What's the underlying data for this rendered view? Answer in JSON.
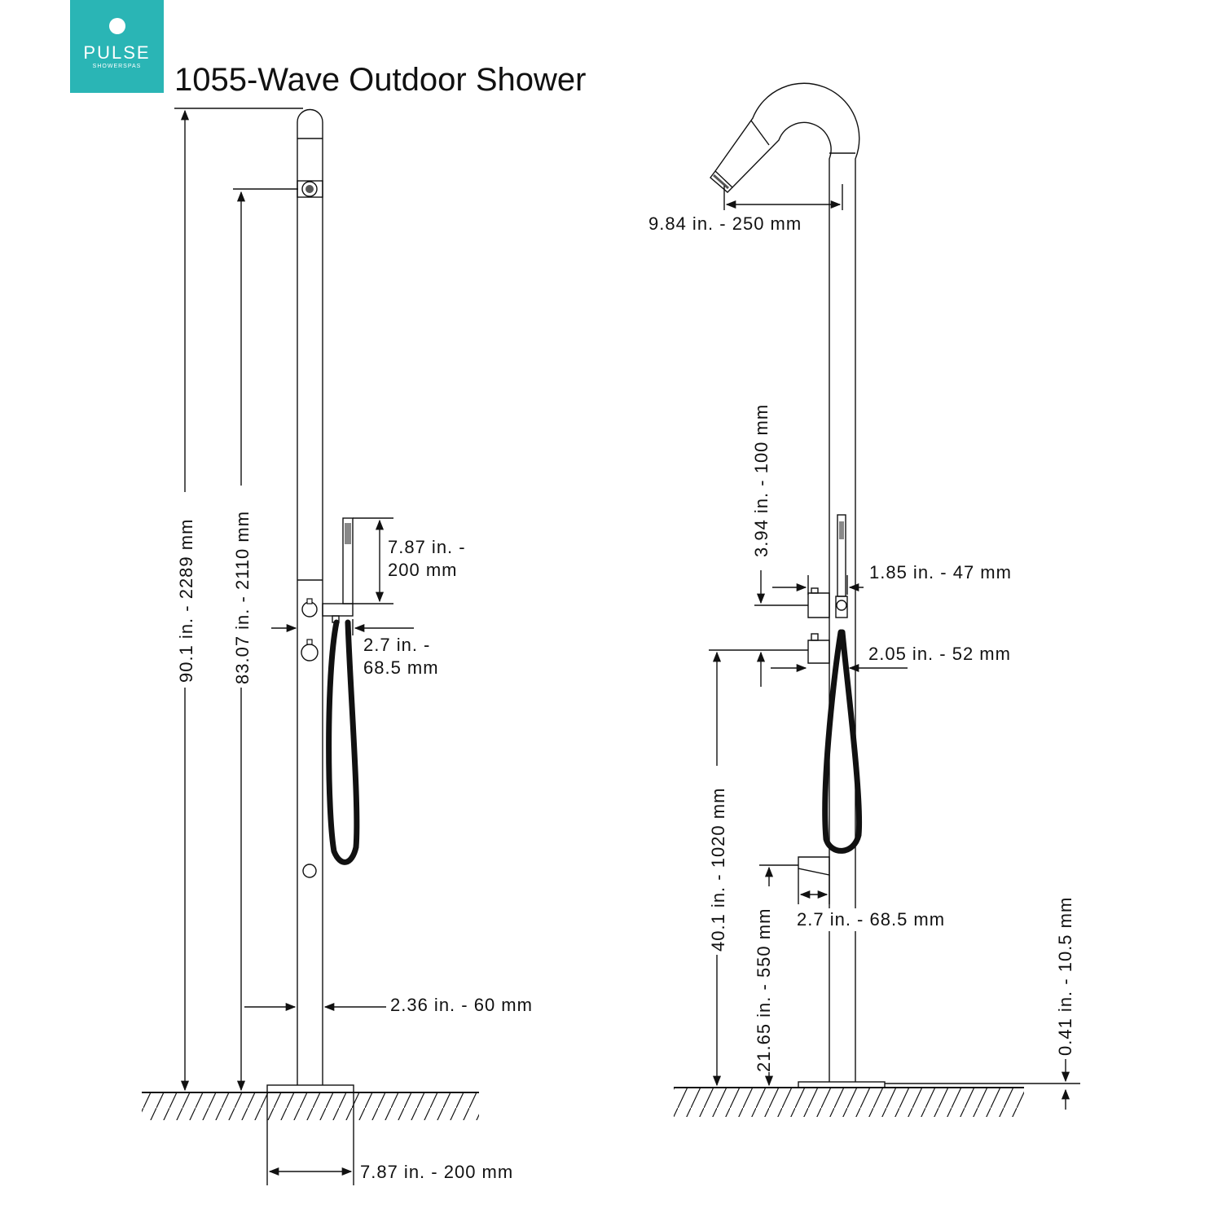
{
  "logo": {
    "brand": "PULSE",
    "sub": "SHOWERSPAS",
    "color": "#2ab5b5"
  },
  "title": "1055-Wave Outdoor Shower",
  "dimensions": {
    "total_height": "90.1 in. - 2289 mm",
    "head_height": "83.07 in. - 2110 mm",
    "hand_shower_length_in": "7.87 in. -",
    "hand_shower_length_mm": "200 mm",
    "holder_depth_in": "2.7 in. -",
    "holder_depth_mm": "68.5 mm",
    "column_width": "2.36 in. - 60 mm",
    "base_width": "7.87 in. - 200 mm",
    "head_reach": "9.84 in. - 250 mm",
    "valve_spacing": "3.94 in. - 100 mm",
    "holder_offset": "1.85 in. - 47 mm",
    "valve_depth": "2.05 in. - 52 mm",
    "valve_height": "40.1 in. - 1020 mm",
    "foot_spout_height": "21.65 in. - 550 mm",
    "foot_spout_depth": "2.7 in. - 68.5 mm",
    "base_thickness": "0.41 in. - 10.5 mm"
  }
}
